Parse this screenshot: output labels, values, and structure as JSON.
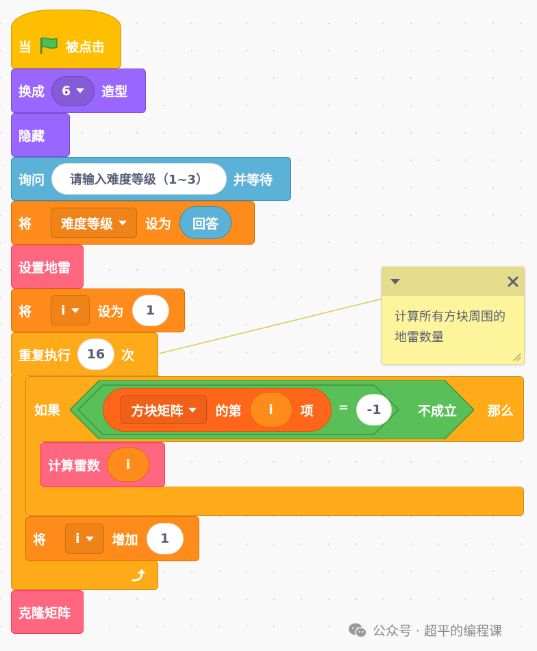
{
  "events": {
    "when_label": "当",
    "clicked_label": "被点击",
    "flag_icon": "green-flag-icon"
  },
  "switch_costume": {
    "label": "换成",
    "value": "6",
    "suffix": "造型"
  },
  "hide": {
    "label": "隐藏"
  },
  "ask": {
    "label": "询问",
    "question": "请输入难度等级（1~3）",
    "suffix": "并等待"
  },
  "set_difficulty": {
    "label": "将",
    "variable": "难度等级",
    "set_label": "设为",
    "value": "回答"
  },
  "set_mines": {
    "label": "设置地雷"
  },
  "set_i": {
    "label": "将",
    "variable": "i",
    "set_label": "设为",
    "value": "1"
  },
  "repeat": {
    "label": "重复执行",
    "count": "16",
    "suffix": "次",
    "loop_icon": "loop-arrow-icon"
  },
  "if_block": {
    "label": "如果",
    "then_label": "那么",
    "list": "方块矩阵",
    "item_of": "的第",
    "index": "i",
    "item_suffix": "项",
    "equals": "=",
    "compare_value": "-1",
    "not_label": "不成立"
  },
  "count_mines": {
    "label": "计算雷数",
    "arg": "i"
  },
  "change_i": {
    "label": "将",
    "variable": "i",
    "change_label": "增加",
    "value": "1"
  },
  "clone_matrix": {
    "label": "克隆矩阵"
  },
  "comment": {
    "text": "计算所有方块周围的地雷数量"
  },
  "watermark": {
    "text": "公众号 · 超平的编程课"
  }
}
